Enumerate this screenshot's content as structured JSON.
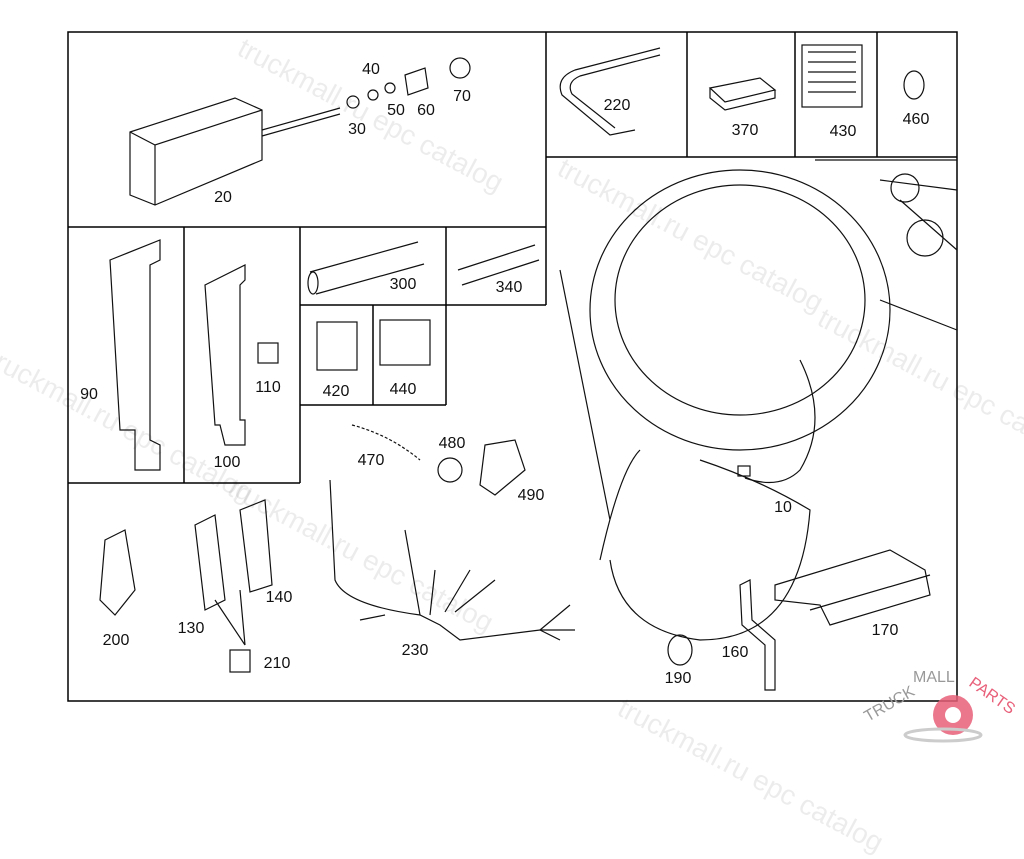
{
  "watermark": {
    "text": "truckmall.ru epc catalog",
    "color": "#cccccc"
  },
  "logo": {
    "text": "TRUCKMALLPARTS",
    "part1": "TRUCKMALL",
    "part2": "PARTS",
    "color": "#e8607a"
  },
  "parts": [
    {
      "id": "20",
      "label": "20"
    },
    {
      "id": "30",
      "label": "30"
    },
    {
      "id": "40",
      "label": "40"
    },
    {
      "id": "50",
      "label": "50"
    },
    {
      "id": "60",
      "label": "60"
    },
    {
      "id": "70",
      "label": "70"
    },
    {
      "id": "220",
      "label": "220"
    },
    {
      "id": "370",
      "label": "370"
    },
    {
      "id": "430",
      "label": "430"
    },
    {
      "id": "460",
      "label": "460"
    },
    {
      "id": "90",
      "label": "90"
    },
    {
      "id": "100",
      "label": "100"
    },
    {
      "id": "110",
      "label": "110"
    },
    {
      "id": "300",
      "label": "300"
    },
    {
      "id": "340",
      "label": "340"
    },
    {
      "id": "420",
      "label": "420"
    },
    {
      "id": "440",
      "label": "440"
    },
    {
      "id": "470",
      "label": "470"
    },
    {
      "id": "480",
      "label": "480"
    },
    {
      "id": "490",
      "label": "490"
    },
    {
      "id": "10",
      "label": "10"
    },
    {
      "id": "200",
      "label": "200"
    },
    {
      "id": "130",
      "label": "130"
    },
    {
      "id": "140",
      "label": "140"
    },
    {
      "id": "210",
      "label": "210"
    },
    {
      "id": "230",
      "label": "230"
    },
    {
      "id": "190",
      "label": "190"
    },
    {
      "id": "160",
      "label": "160"
    },
    {
      "id": "170",
      "label": "170"
    }
  ]
}
